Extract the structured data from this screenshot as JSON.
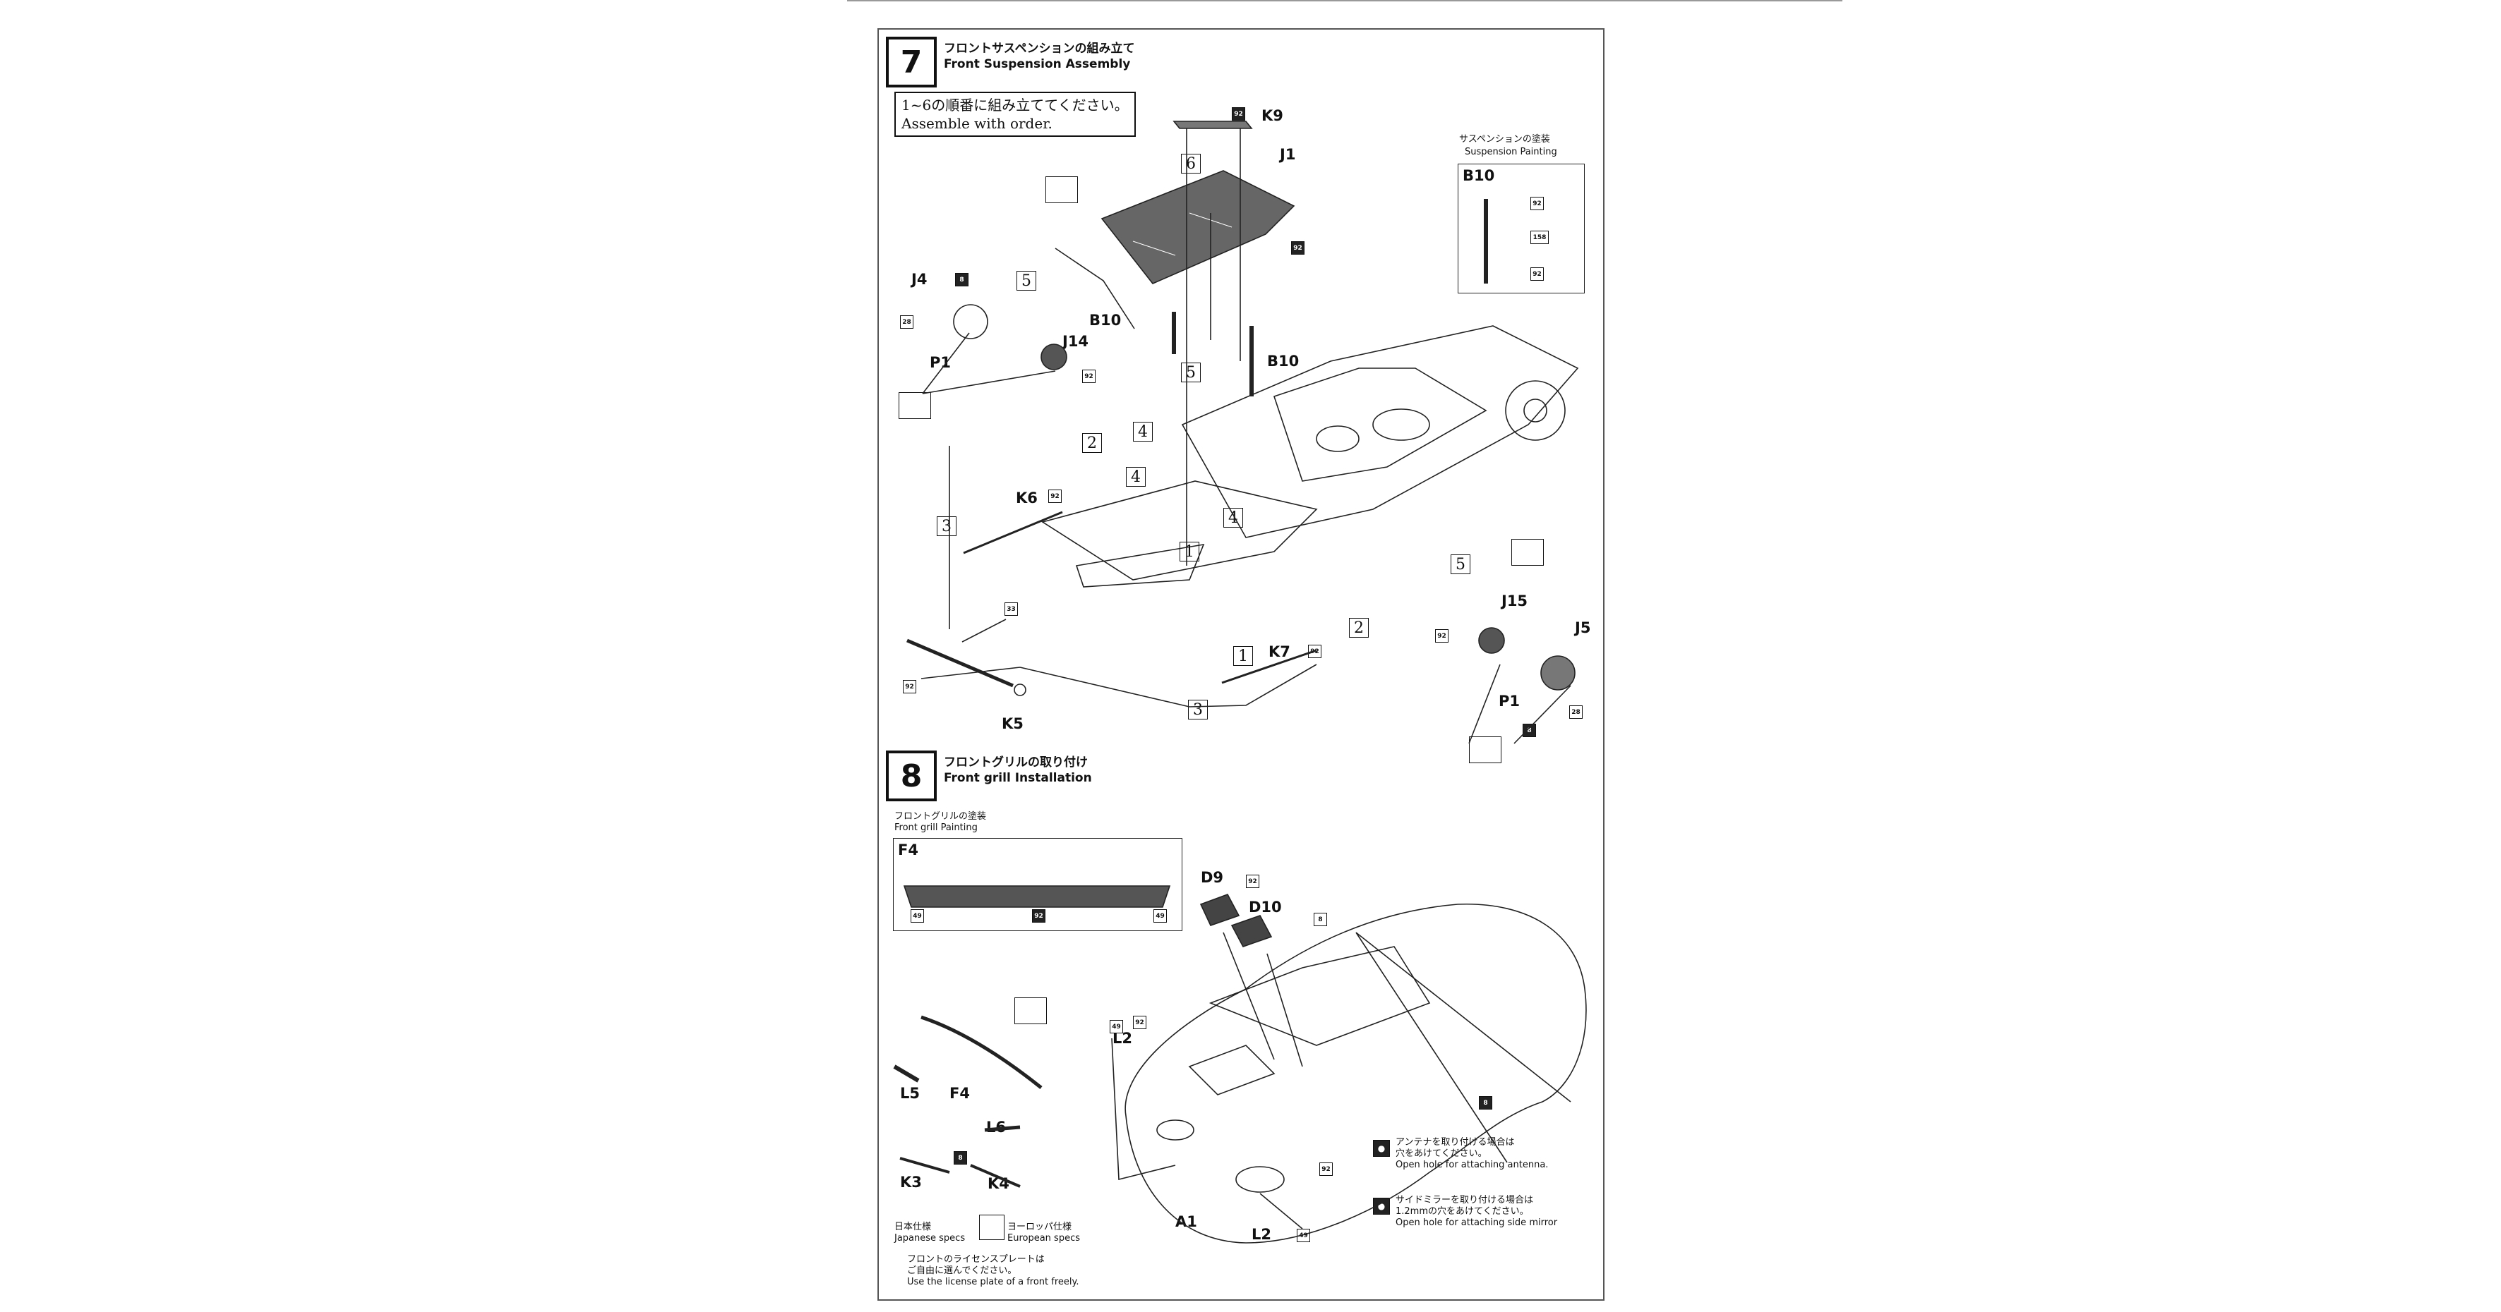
{
  "steps": [
    {
      "number": "7",
      "title_ja": "フロントサスペンションの組み立て",
      "title_en": "Front Suspension Assembly",
      "note_ja": "1~6の順番に組み立ててください。",
      "note_en": "Assemble with order.",
      "parts": [
        "K9",
        "J1",
        "J4",
        "J14",
        "P1",
        "B10",
        "B10",
        "K6",
        "K5",
        "K7",
        "J15",
        "J5",
        "P1"
      ],
      "sequence": [
        "1",
        "2",
        "3",
        "4",
        "5",
        "6",
        "1",
        "2",
        "3",
        "4",
        "5"
      ],
      "inset": {
        "title_ja": "サスペンションの塗装",
        "title_en": "Suspension Painting",
        "part": "B10",
        "colors": [
          "92",
          "158",
          "92"
        ]
      }
    },
    {
      "number": "8",
      "title_ja": "フロントグリルの取り付け",
      "title_en": "Front grill Installation",
      "inset": {
        "title_ja": "フロントグリルの塗装",
        "title_en": "Front grill Painting",
        "part": "F4",
        "colors": [
          "49",
          "92",
          "49"
        ]
      },
      "parts": [
        "D9",
        "D10",
        "L2",
        "L5",
        "F4",
        "L6",
        "K3",
        "K4",
        "A1",
        "L2"
      ],
      "spec_ja": "日本仕様",
      "spec_en": "Japanese specs",
      "euro_ja": "ヨーロッパ仕様",
      "euro_en": "European specs",
      "plate_ja": "フロントのライセンスプレートは",
      "plate_ja2": "ご自由に選んでください。",
      "plate_en": "Use the license plate of a front freely.",
      "antenna_ja": "アンテナを取り付ける場合は",
      "antenna_ja2": "穴をあけてください。",
      "antenna_en": "Open hole for attaching antenna.",
      "mirror_ja": "サイドミラーを取り付ける場合は",
      "mirror_ja2": "1.2mmの穴をあけてください。",
      "mirror_en": "Open hole for attaching side mirror"
    }
  ],
  "colors": {
    "92": "92",
    "158": "158",
    "49": "49",
    "8": "8",
    "33": "33",
    "28": "28"
  }
}
